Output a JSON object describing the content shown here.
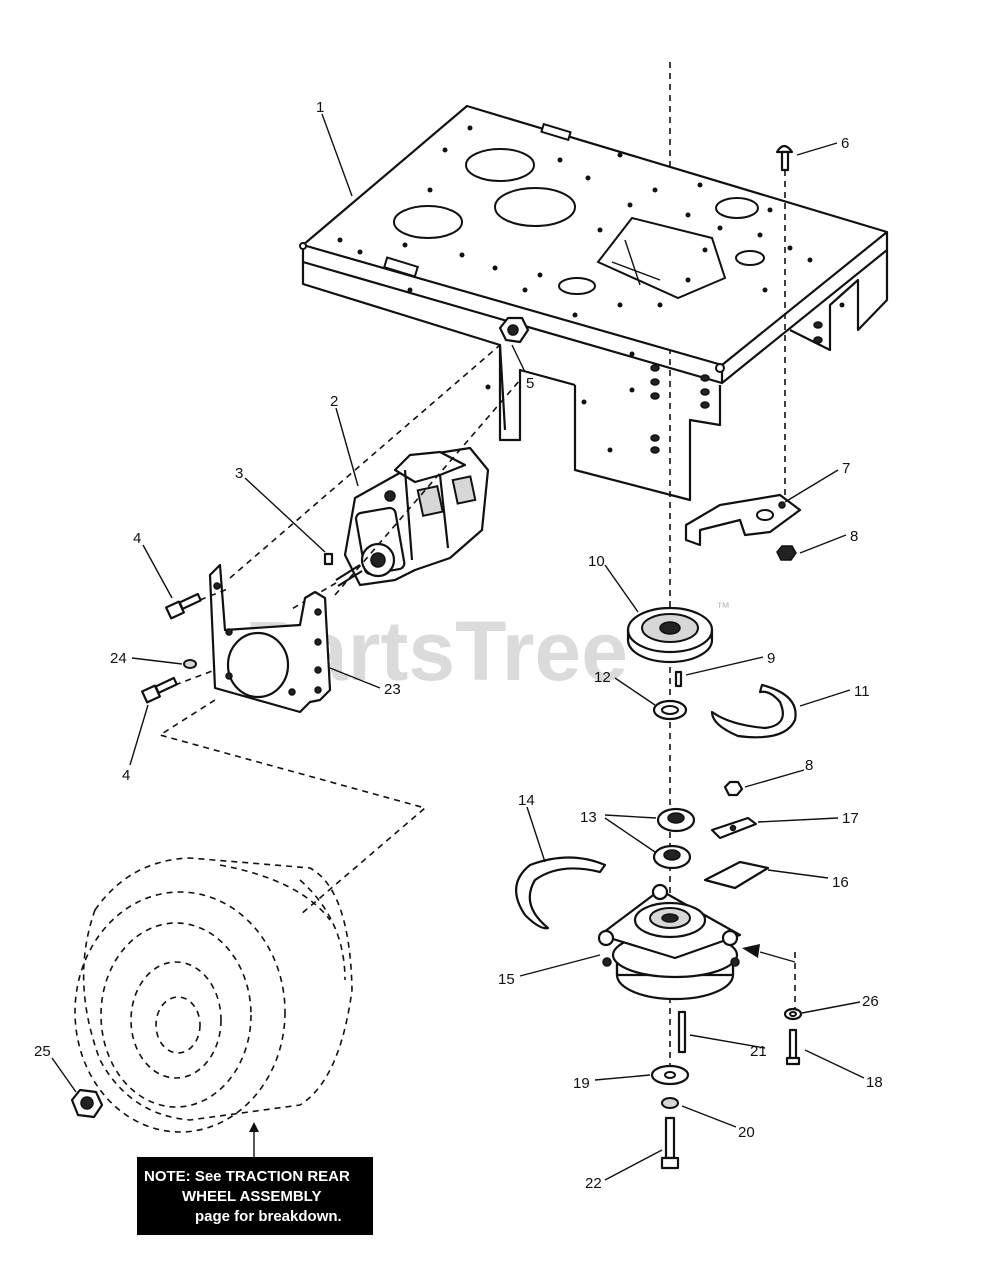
{
  "watermark": {
    "text": "PartsTree",
    "trademark": "™"
  },
  "callouts": [
    {
      "id": "1",
      "label": "1"
    },
    {
      "id": "2",
      "label": "2"
    },
    {
      "id": "3",
      "label": "3"
    },
    {
      "id": "4a",
      "label": "4"
    },
    {
      "id": "4b",
      "label": "4"
    },
    {
      "id": "5",
      "label": "5"
    },
    {
      "id": "6",
      "label": "6"
    },
    {
      "id": "7",
      "label": "7"
    },
    {
      "id": "8a",
      "label": "8"
    },
    {
      "id": "8b",
      "label": "8"
    },
    {
      "id": "9",
      "label": "9"
    },
    {
      "id": "10",
      "label": "10"
    },
    {
      "id": "11",
      "label": "11"
    },
    {
      "id": "12",
      "label": "12"
    },
    {
      "id": "13",
      "label": "13"
    },
    {
      "id": "14",
      "label": "14"
    },
    {
      "id": "15",
      "label": "15"
    },
    {
      "id": "16",
      "label": "16"
    },
    {
      "id": "17",
      "label": "17"
    },
    {
      "id": "18",
      "label": "18"
    },
    {
      "id": "19",
      "label": "19"
    },
    {
      "id": "20",
      "label": "20"
    },
    {
      "id": "21",
      "label": "21"
    },
    {
      "id": "22",
      "label": "22"
    },
    {
      "id": "23",
      "label": "23"
    },
    {
      "id": "24",
      "label": "24"
    },
    {
      "id": "25",
      "label": "25"
    },
    {
      "id": "26",
      "label": "26"
    }
  ],
  "note": {
    "line1": "NOTE: See TRACTION REAR",
    "line2": "WHEEL ASSEMBLY",
    "line3": "page for breakdown."
  }
}
